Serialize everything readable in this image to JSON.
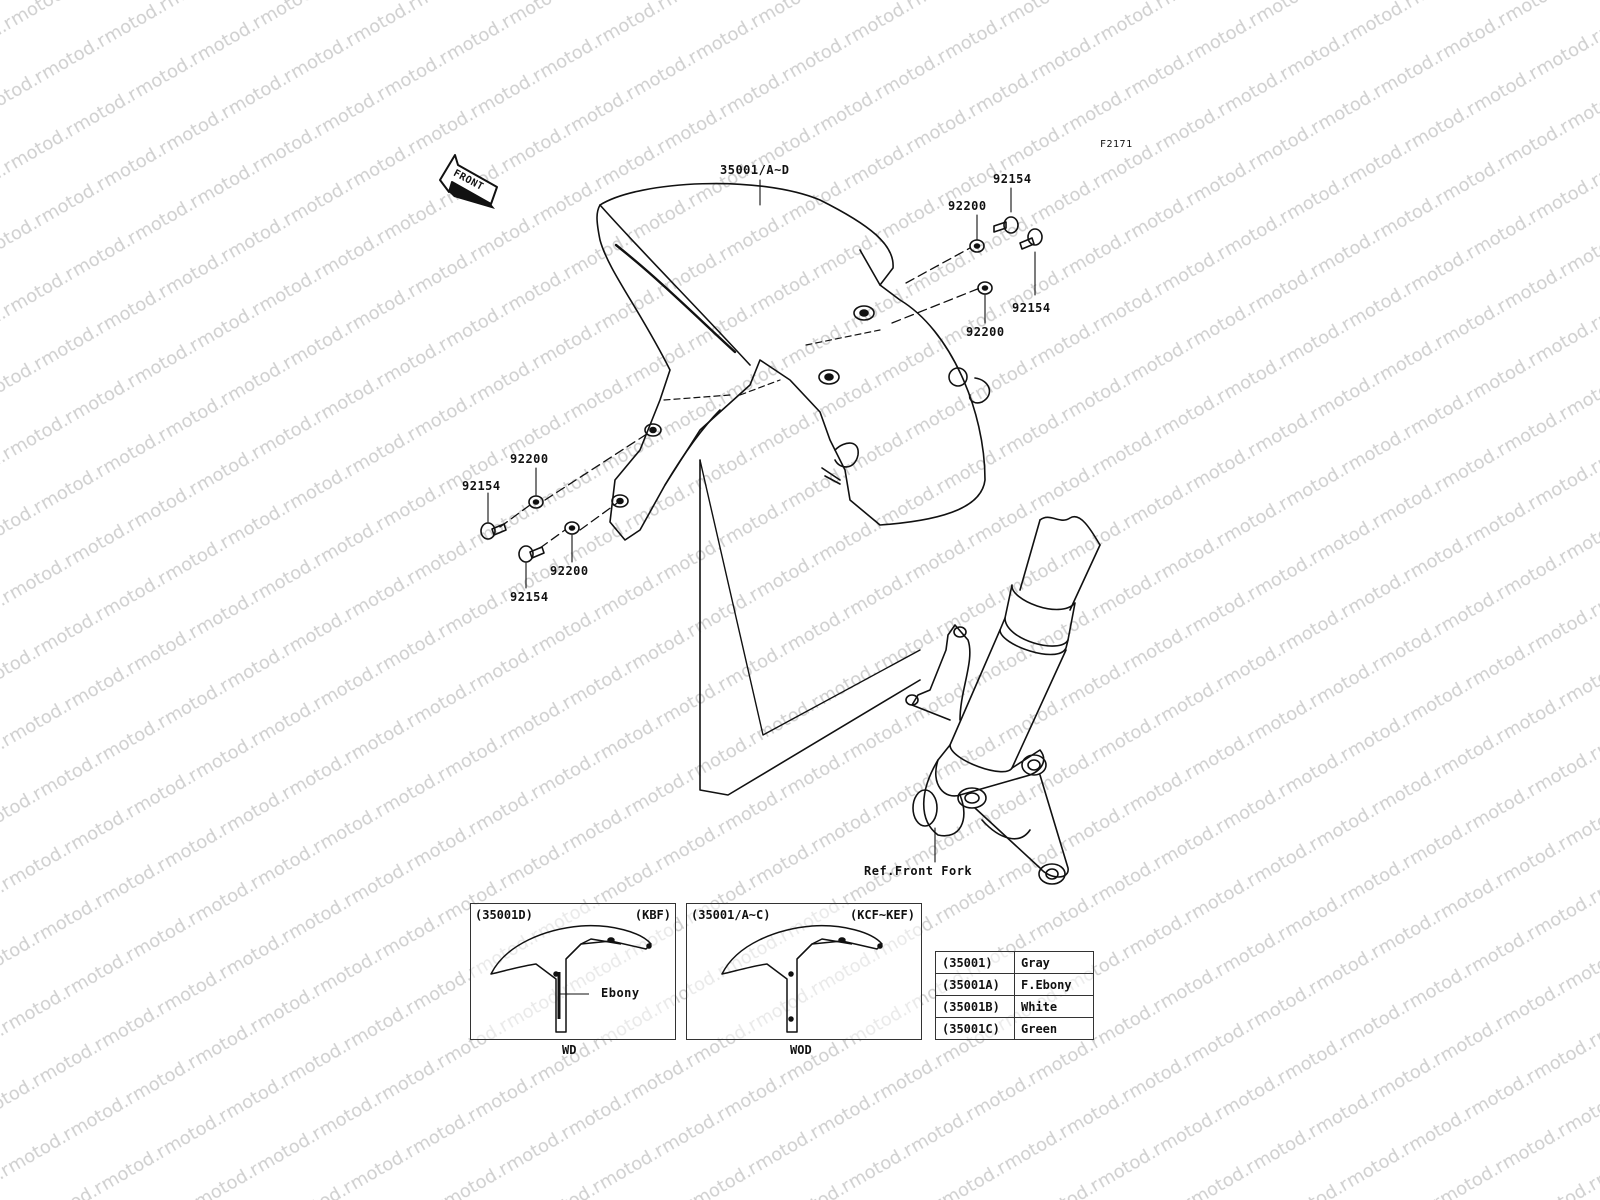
{
  "figure_id": "F2171",
  "front_arrow_label": "FRONT",
  "callouts": {
    "fender": "35001/A~D",
    "bolt_top": "92154",
    "washer_top": "92200",
    "bolt_right": "92154",
    "washer_right": "92200",
    "washer_left_upper": "92200",
    "bolt_left_upper": "92154",
    "washer_left_lower": "92200",
    "bolt_left_lower": "92154",
    "ref_front_fork": "Ref.Front Fork"
  },
  "insets": [
    {
      "code": "(35001D)",
      "region": "(KBF)",
      "caption": "WD",
      "note": "Ebony"
    },
    {
      "code": "(35001/A~C)",
      "region": "(KCF~KEF)",
      "caption": "WOD"
    }
  ],
  "color_table": [
    {
      "part": "(35001)",
      "color": "Gray"
    },
    {
      "part": "(35001A)",
      "color": "F.Ebony"
    },
    {
      "part": "(35001B)",
      "color": "White"
    },
    {
      "part": "(35001C)",
      "color": "Green"
    }
  ],
  "watermark": "motod.ru"
}
